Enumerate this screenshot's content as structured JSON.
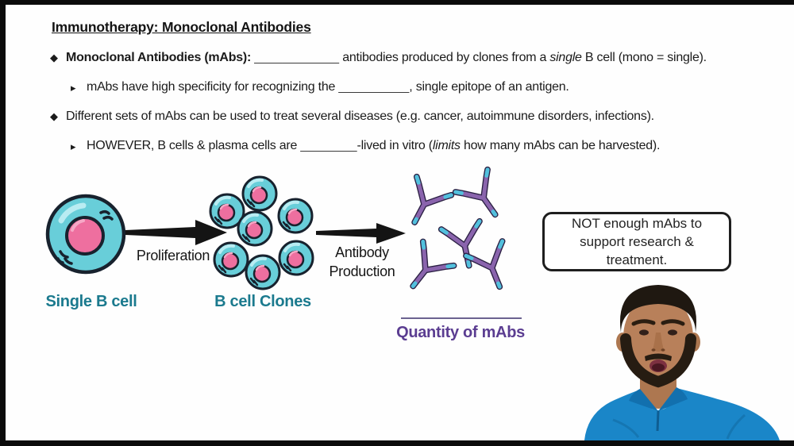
{
  "glyphs": {
    "main_bullet": "◆",
    "sub_bullet": "▸"
  },
  "colors": {
    "teal_label": "#1b7a8e",
    "purple_label": "#5b3d91",
    "cell_fill": "#68ced9",
    "cell_highlight": "#b9ecf2",
    "nucleus_pink": "#ee6f9f",
    "cell_outline": "#18222e",
    "arrow_black": "#141414",
    "antibody_purple": "#8a64ad",
    "antibody_cyan": "#52c0dd",
    "antibody_outline": "#2c2144",
    "shirt_blue": "#1a86c8",
    "skin_tone": "#b8805a",
    "hair_brown": "#1f1811"
  },
  "slide": {
    "title": "Immunotherapy: Monoclonal Antibodies",
    "l1": {
      "lead": "Monoclonal Antibodies (mAbs):",
      "blank": "____________",
      "mid": "antibodies produced by clones from a",
      "italic": "single",
      "tail": "B cell (mono = single)."
    },
    "l2": {
      "lead": "mAbs have high specificity for recognizing the",
      "blank": "__________",
      "tail": ", single epitope of an antigen."
    },
    "l3": {
      "text": "Different sets of mAbs can be used to treat several diseases (e.g. cancer, autoimmune disorders, infections)."
    },
    "l4": {
      "lead": "HOWEVER, B cells & plasma cells are",
      "blank": "________",
      "mid": "-lived in vitro (",
      "italic": "limits",
      "tail": "how many mAbs can be harvested)."
    }
  },
  "diagram": {
    "single_b_cell_label": "Single B cell",
    "clones_label": "B cell Clones",
    "arrow1_label": "Proliferation",
    "arrow2_label": "Antibody Production",
    "quantity_label": "Quantity of mAbs",
    "callout": "NOT enough mAbs to support research & treatment."
  }
}
